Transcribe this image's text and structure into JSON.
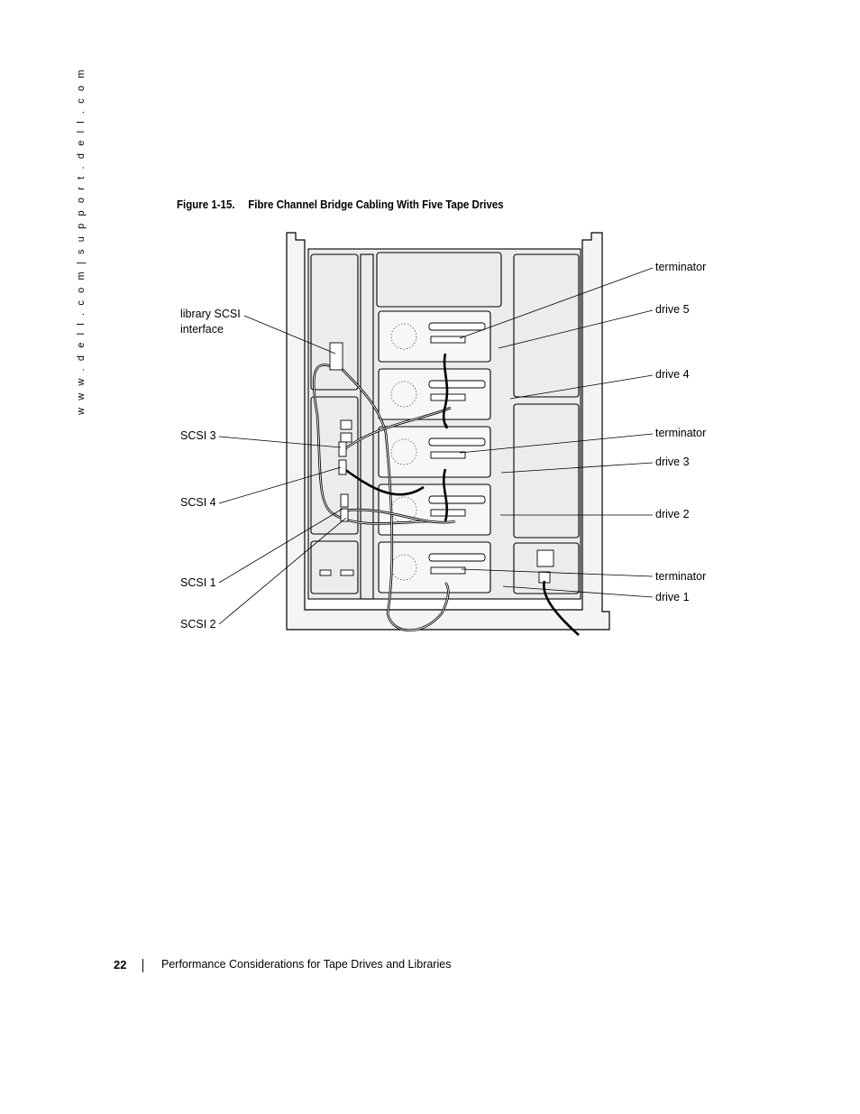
{
  "sidebar": {
    "url_text": "w w w . d e l l . c o m   |   s u p p o r t . d e l l . c o m"
  },
  "figure": {
    "label": "Figure 1-15.",
    "title": "Fibre Channel Bridge Cabling With Five Tape Drives",
    "callouts_left": {
      "library_scsi_line1": "library SCSI",
      "library_scsi_line2": "interface",
      "scsi3": "SCSI 3",
      "scsi4": "SCSI 4",
      "scsi1": "SCSI 1",
      "scsi2": "SCSI 2"
    },
    "callouts_right": {
      "terminator_top": "terminator",
      "drive5": "drive 5",
      "drive4": "drive 4",
      "terminator_mid": "terminator",
      "drive3": "drive 3",
      "drive2": "drive 2",
      "terminator_bottom": "terminator",
      "drive1": "drive 1"
    }
  },
  "footer": {
    "page_number": "22",
    "title": "Performance Considerations for Tape Drives and Libraries"
  }
}
